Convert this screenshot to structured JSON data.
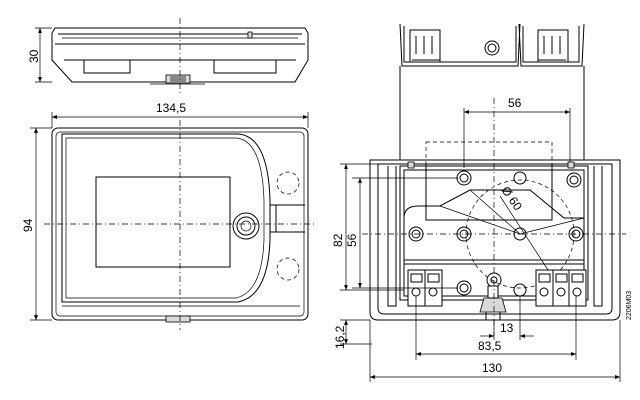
{
  "dimensions": {
    "side_height": "30",
    "front_width": "134,5",
    "front_height": "94",
    "base_hole_spacing_top": "56",
    "base_height": "82",
    "base_hole_spacing_side": "56",
    "base_circle": "Ø 60",
    "base_offset_bottom": "16,2",
    "base_small_width": "13",
    "base_mid_width": "83,5",
    "base_total_width": "130"
  },
  "drawing_code": "2206M03"
}
